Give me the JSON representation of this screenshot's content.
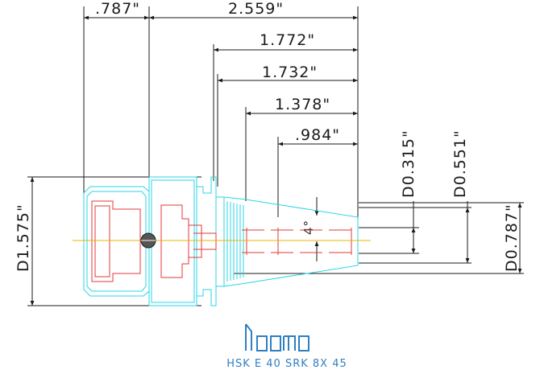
{
  "drawing": {
    "dimensions": {
      "len_787": ".787\"",
      "len_2559": "2.559\"",
      "len_1772": "1.772\"",
      "len_1732": "1.732\"",
      "len_1378": "1.378\"",
      "len_984": ".984\"",
      "dia_315": "D0.315\"",
      "dia_551": "D0.551\"",
      "dia_787": "D0.787\"",
      "dia_1575": "D1.575\"",
      "taper_angle": "4°"
    },
    "logo_text": "iscar",
    "title": "HSK E 40 SRK 8X 45"
  },
  "colors": {
    "dimension_lines": "#1a1a1a",
    "cyan_outline": "#29d5e6",
    "red_detail": "#e23a3a",
    "centerline": "#e8b400",
    "brand_blue": "#2f7fc1"
  }
}
